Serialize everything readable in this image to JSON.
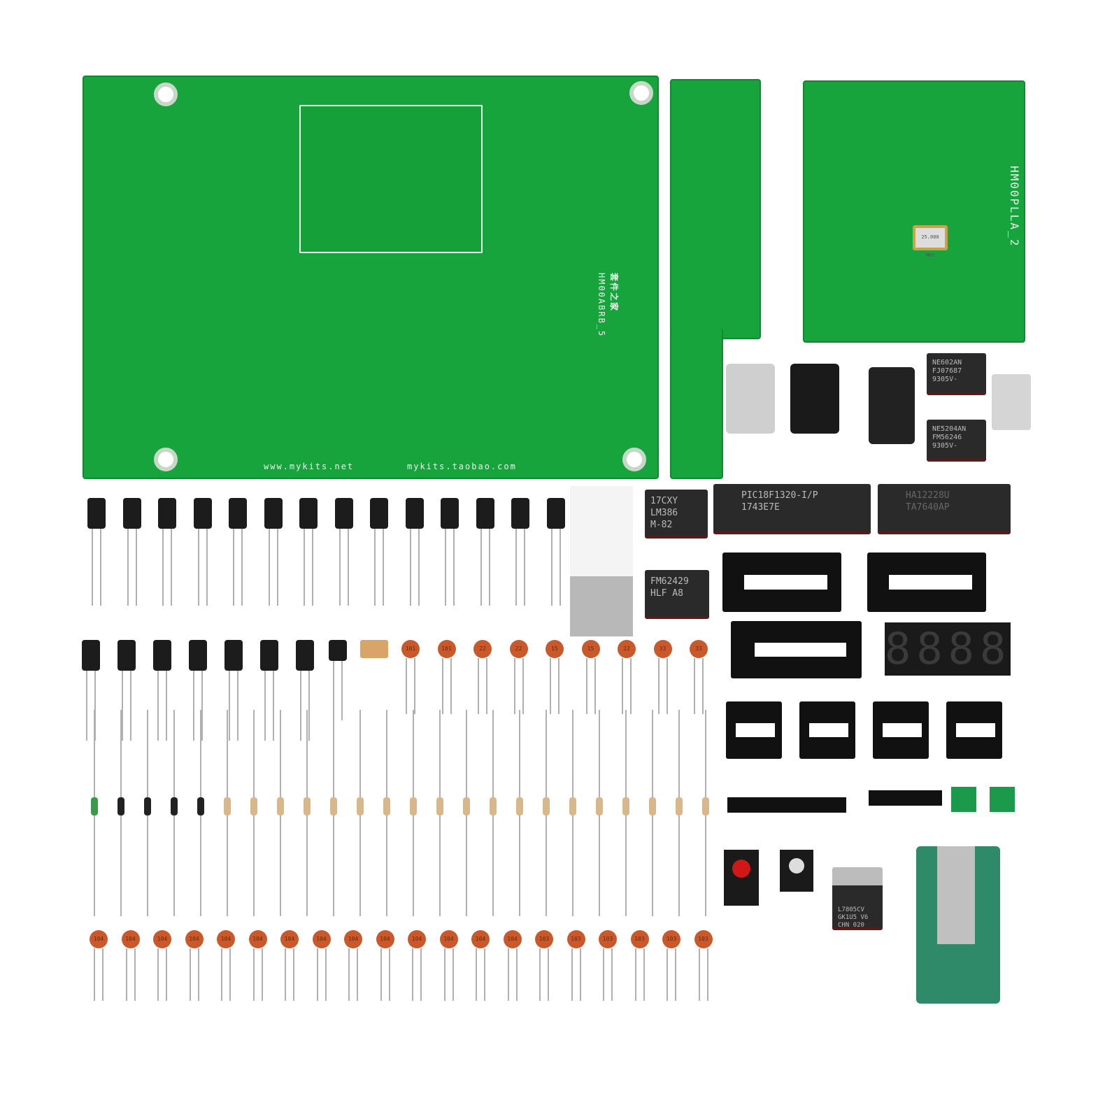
{
  "main_board": {
    "model": "HM00ABRB_5",
    "url_left": "www.mykits.net",
    "url_right": "mykits.taobao.com",
    "brand_cn": "套件之家"
  },
  "pll_board": {
    "model": "HM00PLLA_2",
    "crystal": "25.000 MHz"
  },
  "chips": {
    "lm386": [
      "17CXY",
      "LM386",
      "M-82"
    ],
    "pic": [
      "PIC18F1320-I/P",
      "1743E7E"
    ],
    "third": [
      "HA12228U",
      "TA7640AP"
    ],
    "fm": [
      "FM62429",
      "HLF A8"
    ],
    "ne602": [
      "NE602AN",
      "FJ07687",
      "9305V-"
    ],
    "ne5204": [
      "NE5204AN",
      "FM56246",
      "9305V-"
    ],
    "regulator": [
      "L7805CV",
      "GK1U5 V6",
      "CHN 020"
    ]
  },
  "display": {
    "digits": "8888"
  },
  "parts": {
    "large_caps": 14,
    "small_caps": 7,
    "ceramic_top": [
      "101",
      "101",
      "22",
      "22",
      "15",
      "15",
      "22",
      "33",
      "33"
    ],
    "ceramic_bottom": [
      "104",
      "104",
      "104",
      "104",
      "104",
      "104",
      "104",
      "104",
      "104",
      "104",
      "104",
      "104",
      "104",
      "104",
      "103",
      "103",
      "103",
      "103",
      "103",
      "103"
    ],
    "resistors": 24
  }
}
